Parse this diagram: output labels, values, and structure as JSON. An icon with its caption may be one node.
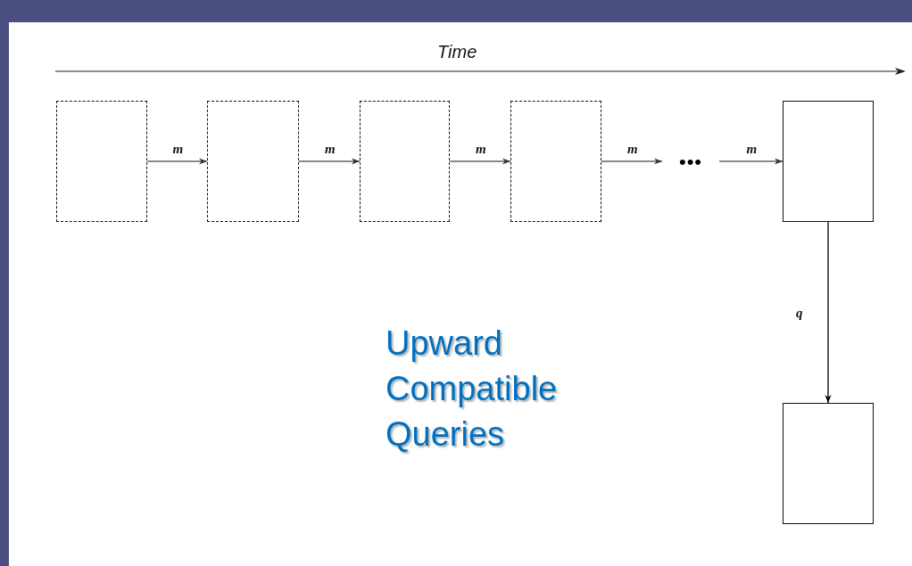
{
  "diagram": {
    "nodes": [
      {
        "text": [],
        "shape": "box"
      },
      {
        "text": [],
        "shape": "box"
      },
      {
        "text": [],
        "shape": "box"
      },
      {
        "text": [],
        "shape": "box"
      },
      {
        "text": [
          "•••"
        ]
      },
      {
        "text": [],
        "shape": "box"
      },
      {
        "text": [],
        "shape": "box"
      }
    ],
    "edges": [
      {
        "from": 0,
        "to": 1,
        "arrow": "to",
        "label": "m"
      },
      {
        "from": 1,
        "to": 2,
        "arrow": "to",
        "label": "m"
      },
      {
        "from": 2,
        "to": 3,
        "arrow": "to",
        "label": "m"
      },
      {
        "from": 3,
        "to": 4,
        "arrow": "to",
        "label": "m"
      },
      {
        "from": 4,
        "to": 5,
        "arrow": "to",
        "label": "m"
      },
      {
        "from": 5,
        "to": 6,
        "arrow": "to",
        "label": "q",
        "color": "#000000"
      }
    ],
    "labels": [
      "Time",
      "Upward Compatible Queries"
    ]
  }
}
